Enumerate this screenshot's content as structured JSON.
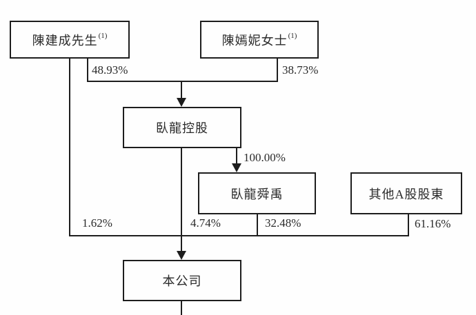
{
  "diagram": {
    "type": "shareholding-structure",
    "line_color": "#1d1d1d",
    "background": "#fefefe",
    "nodes": {
      "chen_jiancheng": {
        "label": "陳建成先生",
        "footnote": "(1)"
      },
      "chen_yanni": {
        "label": "陳嫣妮女士",
        "footnote": "(1)"
      },
      "wolong_holdings": {
        "label": "臥龍控股"
      },
      "wolong_shunyu": {
        "label": "臥龍舜禹"
      },
      "other_a_shareholders": {
        "label": "其他A股股東"
      },
      "company": {
        "label": "本公司"
      }
    },
    "ownership": {
      "chen_jiancheng_in_wolong_holdings": "48.93%",
      "chen_yanni_in_wolong_holdings": "38.73%",
      "wolong_holdings_in_wolong_shunyu": "100.00%",
      "chen_jiancheng_in_company": "1.62%",
      "wolong_holdings_in_company": "4.74%",
      "wolong_shunyu_in_company": "32.48%",
      "other_a_shareholders_in_company": "61.16%"
    }
  }
}
